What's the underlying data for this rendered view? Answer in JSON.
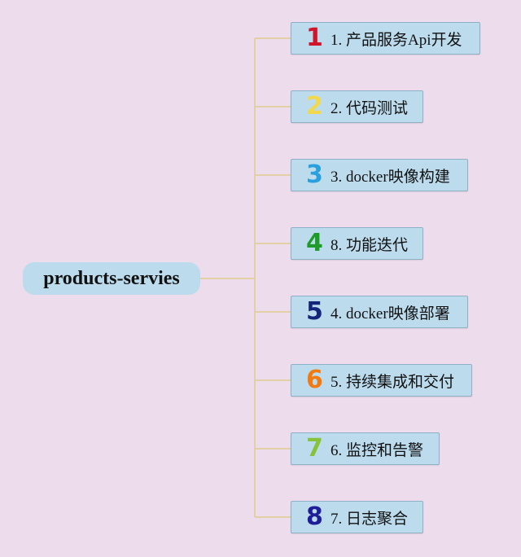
{
  "root": {
    "label": "products-servies"
  },
  "colors": {
    "background": "#ecdcec",
    "node_fill": "#bcdcee",
    "node_border": "#8fb0c4",
    "connector": "#e3cfa6"
  },
  "nodes": [
    {
      "badge": "1",
      "badge_color": "#d2142a",
      "label": "1. 产品服务Api开发"
    },
    {
      "badge": "2",
      "badge_color": "#f2d84a",
      "label": "2. 代码测试"
    },
    {
      "badge": "3",
      "badge_color": "#2a9fde",
      "label": "3. docker映像构建"
    },
    {
      "badge": "4",
      "badge_color": "#1f9b2a",
      "label": "8. 功能迭代"
    },
    {
      "badge": "5",
      "badge_color": "#15267a",
      "label": "4. docker映像部署"
    },
    {
      "badge": "6",
      "badge_color": "#f27a12",
      "label": "5. 持续集成和交付"
    },
    {
      "badge": "7",
      "badge_color": "#86c23a",
      "label": "6. 监控和告警"
    },
    {
      "badge": "8",
      "badge_color": "#1e1e9a",
      "label": "7. 日志聚合"
    }
  ]
}
